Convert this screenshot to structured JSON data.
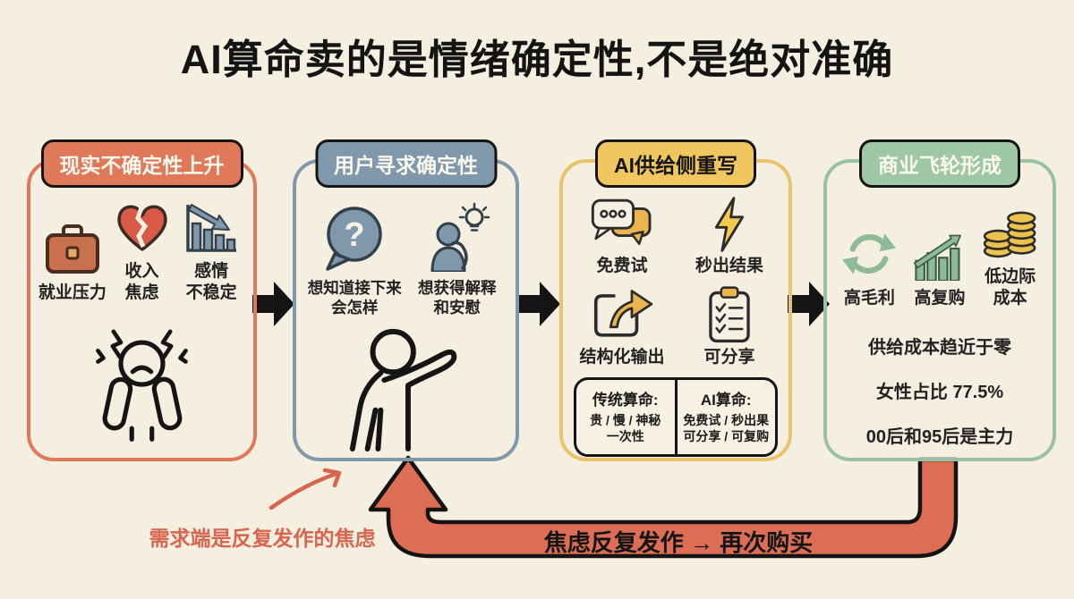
{
  "title": "AI算命卖的是情绪确定性,不是绝对准确",
  "panels": [
    {
      "header": "现实不确定性上升",
      "accent": "#e0795a",
      "items": [
        {
          "icon": "briefcase-icon",
          "label": "就业压力"
        },
        {
          "icon": "broken-heart-icon",
          "label": "收入\n焦虑"
        },
        {
          "icon": "declining-chart-icon",
          "label": "感情\n不稳定"
        }
      ],
      "figure_icon": "stressed-person-icon"
    },
    {
      "header": "用户寻求确定性",
      "accent": "#7f98ab",
      "items": [
        {
          "icon": "question-bubble-icon",
          "label": "想知道接下来\n会怎样"
        },
        {
          "icon": "thinking-person-icon",
          "label": "想获得解释\n和安慰"
        }
      ],
      "figure_icon": "pointing-person-icon"
    },
    {
      "header": "AI供给侧重写",
      "accent": "#f0c75e",
      "items": [
        {
          "icon": "chat-bubbles-icon",
          "label": "免费试"
        },
        {
          "icon": "lightning-icon",
          "label": "秒出结果"
        },
        {
          "icon": "share-icon",
          "label": "结构化输出"
        },
        {
          "icon": "clipboard-icon",
          "label": "可分享"
        }
      ],
      "comparison": {
        "left": {
          "title": "传统算命:",
          "lines": "贵 / 慢 / 神秘\n一次性"
        },
        "right": {
          "title": "AI算命:",
          "lines": "免费试 / 秒出果\n可分享 / 可复购"
        }
      }
    },
    {
      "header": "商业飞轮形成",
      "accent": "#9ec7a6",
      "items": [
        {
          "icon": "cycle-icon",
          "label": "高毛利"
        },
        {
          "icon": "growth-chart-icon",
          "label": "高复购"
        },
        {
          "icon": "coins-icon",
          "label": "低边际\n成本"
        }
      ],
      "stats": [
        "供给成本趋近于零",
        "女性占比 77.5%",
        "00后和95后是主力"
      ]
    }
  ],
  "flow": {
    "band_text": "焦虑反复发作 → 再次购买",
    "annotation": "需求端是反复发作的焦虑",
    "loop_color": "#dd6e55",
    "annotation_color": "#d9654e"
  }
}
